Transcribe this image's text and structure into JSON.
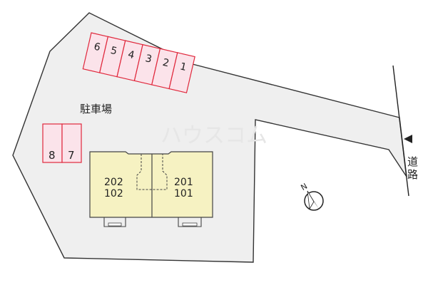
{
  "map": {
    "parking_label": "駐車場",
    "road_label": [
      "道",
      "路"
    ],
    "parking_spaces": [
      "6",
      "5",
      "4",
      "3",
      "2",
      "1"
    ],
    "parking_spaces_left": [
      "8",
      "7"
    ],
    "units": {
      "left": [
        "202",
        "102"
      ],
      "right": [
        "201",
        "101"
      ]
    },
    "compass": "N",
    "watermark": "ハウスコム"
  },
  "colors": {
    "lot_fill": "#efefef",
    "lot_stroke": "#333333",
    "parking_fill": "#fbe3ea",
    "parking_stroke": "#e0283c",
    "building_fill": "#f6f2c2",
    "building_stroke": "#444444"
  }
}
